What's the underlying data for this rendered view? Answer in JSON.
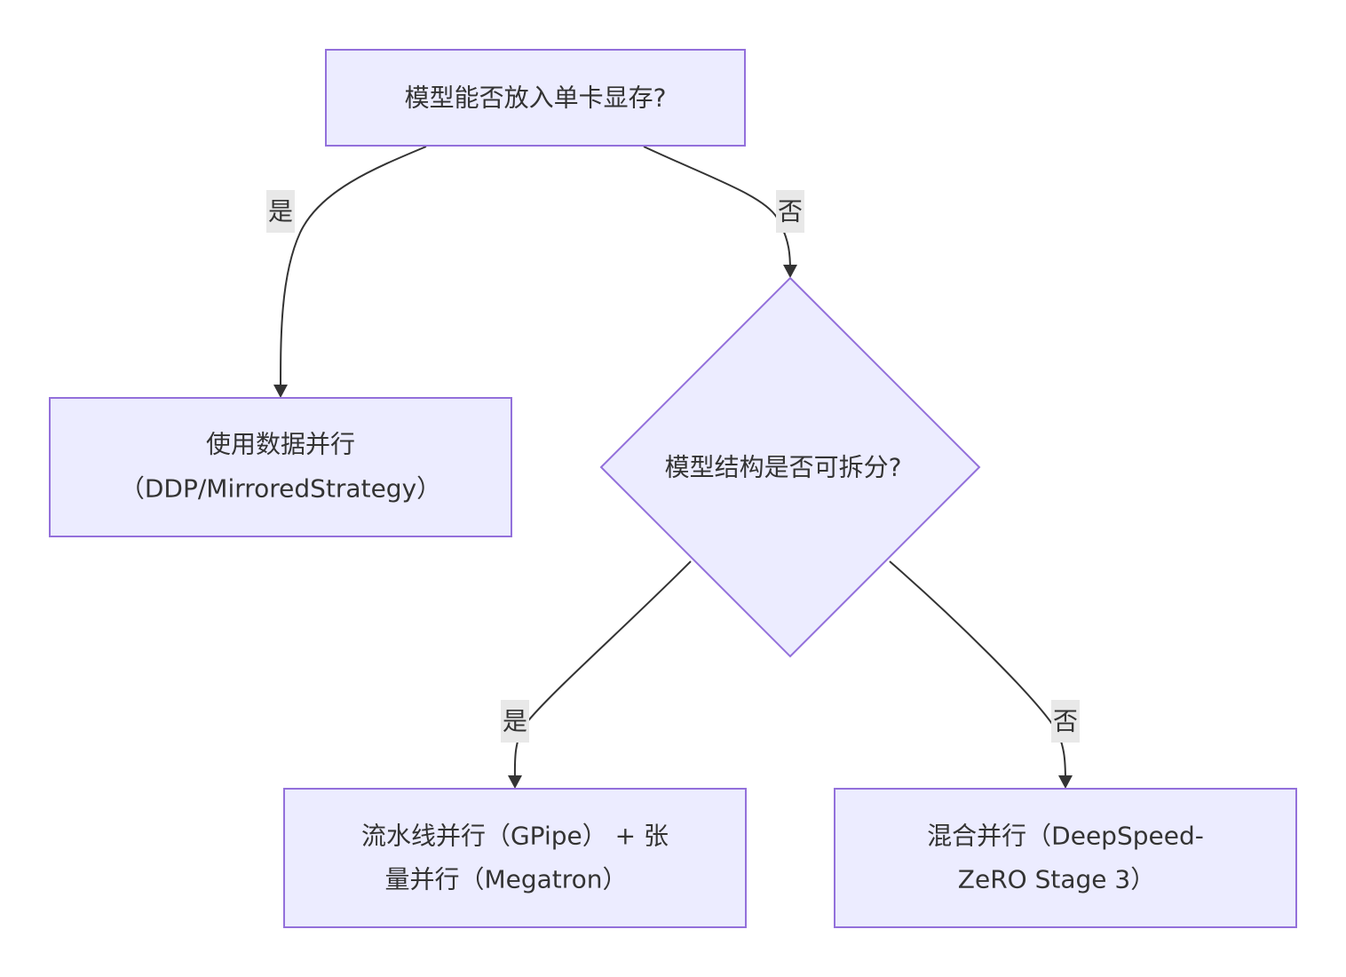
{
  "diagram": {
    "nodes": {
      "question1": {
        "text": "模型能否放入单卡显存?"
      },
      "data_parallel": {
        "line1": "使用数据并行",
        "line2": "（DDP/MirroredStrategy）"
      },
      "question2": {
        "text": "模型结构是否可拆分?"
      },
      "pipeline_tensor": {
        "line1": "流水线并行（GPipe） + 张",
        "line2": "量并行（Megatron）"
      },
      "hybrid": {
        "line1": "混合并行（DeepSpeed-",
        "line2": "ZeRO Stage 3）"
      }
    },
    "edges": {
      "q1_yes": {
        "label": "是"
      },
      "q1_no": {
        "label": "否"
      },
      "q2_yes": {
        "label": "是"
      },
      "q2_no": {
        "label": "否"
      }
    }
  },
  "colors": {
    "node_fill": "#ECECFF",
    "node_stroke": "#9370DB",
    "edge": "#333333",
    "label_bg": "#E8E8E8"
  }
}
